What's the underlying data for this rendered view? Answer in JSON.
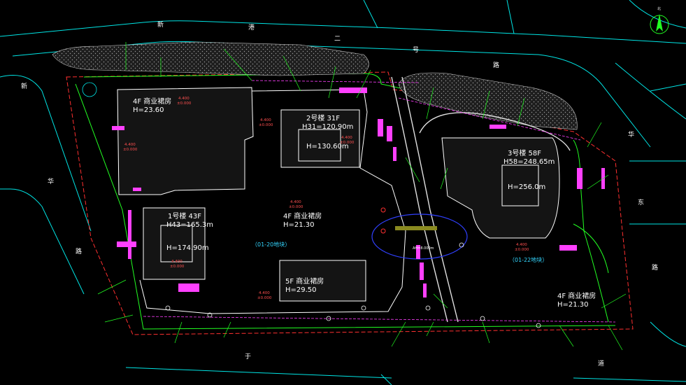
{
  "colors": {
    "background": "#000000",
    "road_edge": "#00e5e5",
    "site_boundary": "#ff3030",
    "building_outline": "#ffffff",
    "building_fill": "#2a2a2a",
    "green_line": "#22ff22",
    "magenta": "#ff40ff",
    "label_cyan": "#33d6ff",
    "label_yellow": "#ffff66"
  },
  "roads": {
    "north_chars": [
      "新",
      "港",
      "二",
      "号",
      "路"
    ],
    "west_chars": [
      "新",
      "华",
      "路"
    ],
    "east_chars": [
      "华",
      "东",
      "路"
    ],
    "south_chars": [
      "于",
      "道"
    ]
  },
  "buildings": {
    "b1": {
      "name": "1号楼  43F",
      "h1": "H43=165.3m",
      "h2": "H=174.90m"
    },
    "b2": {
      "name": "2号楼  31F",
      "h1": "H31=120.90m",
      "h2": "H=130.60m"
    },
    "b3": {
      "name": "3号楼  58F",
      "h1": "H58=248.65m",
      "h2": "H=256.0m"
    },
    "podium_nw": {
      "name": "4F  商业裙房",
      "h": "H=23.60"
    },
    "podium_center": {
      "name": "4F  商业裙房",
      "h": "H=21.30"
    },
    "podium_5f": {
      "name": "5F  商业裙房",
      "h": "H=29.50"
    },
    "podium_east": {
      "name": "4F  商业裙房",
      "h": "H=21.30"
    }
  },
  "plots": {
    "west": "（01-20地块）",
    "east": "（01-22地块）"
  },
  "center_label": "AH=8.000m",
  "elevation_top": "4.400",
  "elevation_bottom": "±0.000"
}
